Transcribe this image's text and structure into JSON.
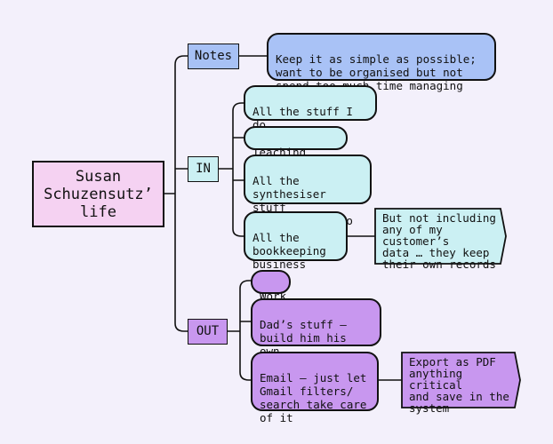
{
  "root": {
    "label": "Susan\nSchuzensutz’\nlife"
  },
  "branches": {
    "notes": "Notes",
    "in": "IN",
    "out": "OUT"
  },
  "leaves": {
    "notes_main": "Keep it as simple as possible;\nwant to be organised but not\nspend too much time managing this",
    "in_home": "All the stuff I do\nat home",
    "in_music": "Teaching music",
    "in_synth": "All the\nsynthesiser stuff\ninc. the studio",
    "in_books": "All the\nbookkeeping\nbusiness stuff",
    "in_books_note": "But not including\nany of my customer’s\ndata … they keep\ntheir own records",
    "out_work": "Work",
    "out_dad": "Dad’s stuff –\nbuild him his own\nsystem",
    "out_email": "Email – just let\nGmail filters/\nsearch take care\nof it",
    "out_email_note": "Export as PDF\nanything critical\nand save in the\nsystem"
  },
  "colors": {
    "background": "#f3f0fb",
    "root": "#f5d2f2",
    "notes": "#a7c1f5",
    "in": "#cbf0f3",
    "out": "#c897ef"
  }
}
